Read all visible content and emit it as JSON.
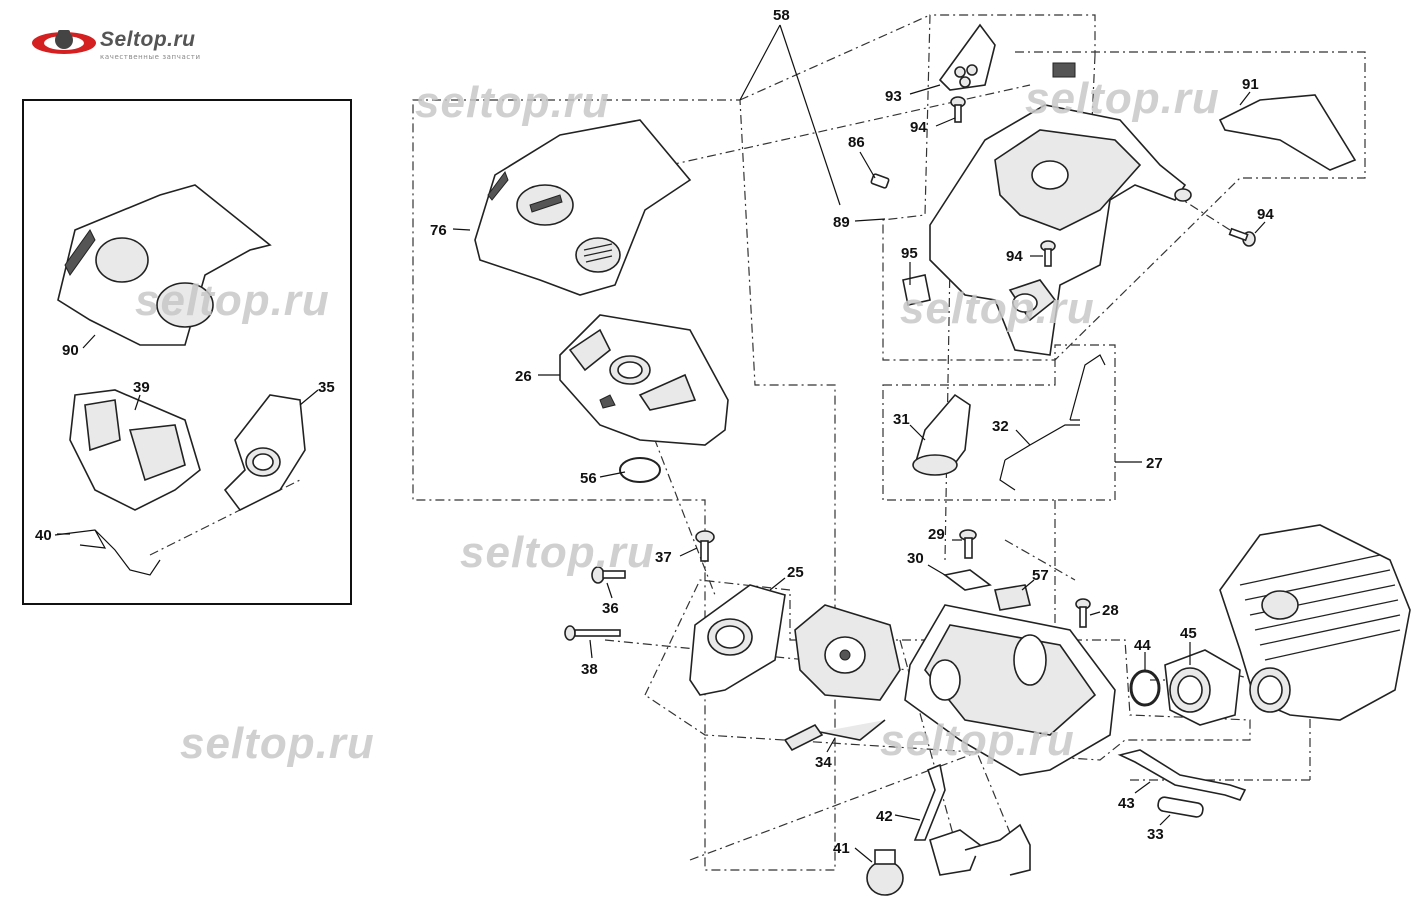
{
  "logo": {
    "title": "Seltop.ru",
    "subtitle": "качественные запчасти",
    "icon": "fist-gear-icon"
  },
  "watermark": "seltop.ru",
  "callouts": {
    "c58": "58",
    "c93": "93",
    "c91": "91",
    "c94a": "94",
    "c86": "86",
    "c89": "89",
    "c94b": "94",
    "c94c": "94",
    "c95": "95",
    "c76": "76",
    "c26": "26",
    "c56": "56",
    "c90": "90",
    "c39": "39",
    "c35": "35",
    "c40": "40",
    "c31": "31",
    "c32": "32",
    "c27": "27",
    "c29": "29",
    "c30": "30",
    "c57": "57",
    "c28": "28",
    "c37": "37",
    "c36": "36",
    "c25": "25",
    "c38": "38",
    "c44": "44",
    "c45": "45",
    "c34": "34",
    "c42": "42",
    "c41": "41",
    "c43": "43",
    "c33": "33"
  },
  "colors": {
    "line": "#222222",
    "watermark": "#c8c8c8",
    "logo_red": "#d42020"
  }
}
